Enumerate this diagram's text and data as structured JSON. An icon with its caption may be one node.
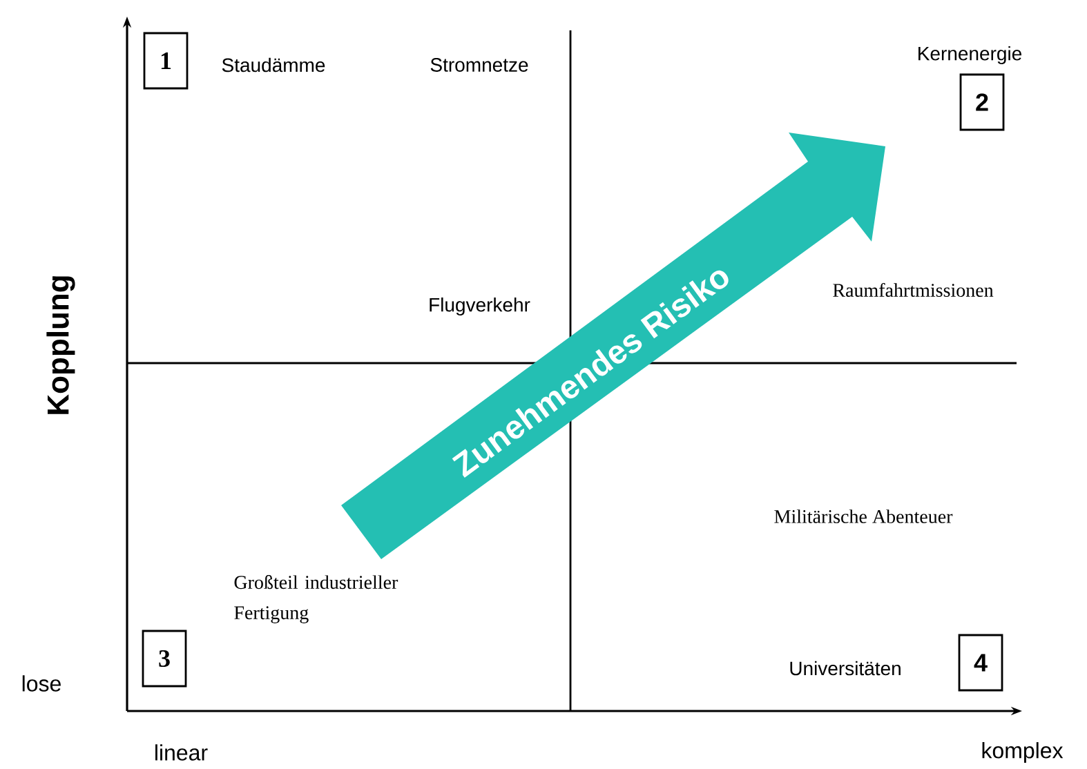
{
  "diagram": {
    "nodes": [
      {
        "text": [
          "1"
        ]
      },
      {
        "text": [
          "2"
        ]
      },
      {
        "text": [
          "3"
        ]
      },
      {
        "text": [
          "4"
        ]
      },
      {
        "text": [
          "Zunehmendes Risiko"
        ]
      }
    ],
    "labels": [
      "Staudämme",
      "Stromnetze",
      "Kernenergie",
      "Kopplung",
      "Flugverkehr",
      "Raumfahrtmissionen",
      "Militärische Abenteuer",
      "Großteil industrieller Fertigung",
      "lose",
      "Universitäten",
      "linear",
      "komplex"
    ]
  }
}
